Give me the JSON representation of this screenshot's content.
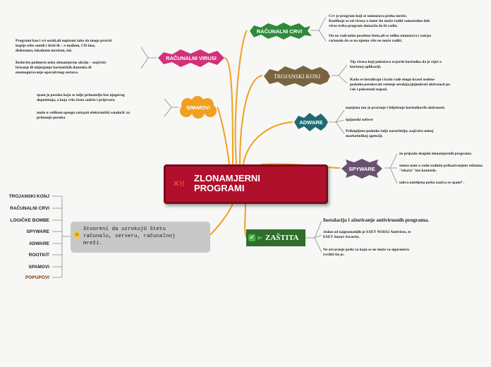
{
  "central": {
    "title": "ZLONAMJERNI\nPROGRAMI",
    "icon": "✕!!"
  },
  "nodes": {
    "racunalni_crvi": "RAČUNALNI CRVI",
    "trojanski_konj": "TROJANSKI KONJ",
    "adware": "ADWARE",
    "spyware": "SPYWARE",
    "zastita": "ZAŠTITA",
    "racunalni_virusi": "RAČUNALNI VIRUSI",
    "spamovi": "SPAMOVI"
  },
  "notes": {
    "crvi": "Crv je program koji se umnožava preko mreže.\n Razlikuje se od virusa u tome što može raditi samostalno dok\nvirus treba program domaćin da bi radio.\n\nOn ne radi neku posebnu štetu,ali se toliko umnožava i zatrpa\nračunalo da se na njemu više ne može raditi.",
    "trojanski_1": "Tip virusa koji pokušava uvjeriti korisnika da je riječ o\nkorisnoj aplikaciji.",
    "trojanski_2": "Kada se instaliraju i kada rade mogu krasti osobne\npodatke,uzrokovati rušenje uređaja,špijunirati aktivnosti pa\nčak i pokrenuti napad.",
    "adware_1": "namjena mu je praćenje i bilježenje korisnikovih aktivnosti.",
    "adware_2": "špijunski softver",
    "adware_3": "Prikupljene podatke šalje naručitelju, najčešće nekoj\nmarketinškoj agenciji.",
    "spyware_1": "ne pripada skupini zlonamjernih programa",
    "spyware_2": "smeta nam u radu stalnim prikazivanjem reklama\n\"iskaču\" bez kontrole.",
    "spyware_3": "takva neželjena pošta naziva se spam* .",
    "zastita_1": "Instalacija i ažuriranje antivirusnih programa.",
    "zastita_2": "Jedan od najpoznatijih je ESET NOD32 Antivirus, te\nESET Smart Security.",
    "zastita_3": "Ne otvaranje pošte za koju se ne može sa sigurnošću\ntvrditi što je.",
    "virusi_1": "Programi kao i svi ostali,ali napisani tako da mogu praviti\nkopije sebe samih i širiti ih – e-mailom, CD-ima,\ndisketama, lokalnom mrežom, itd.",
    "virusi_2": "Redovito podmeću neko zlonamjerno akciju – najčešće\nbrisanje ili mijenjanje korisničkih datoteka ili\nonemogućavanje operativnog sustava.",
    "spam_1": "spam je poruka koja se šalje primatelju bez njegovog\ndopuštenja, a koja vrlo često sadrže i prijevaru.",
    "spam_2": "može u velikom opsegu zatrpati elektronički sandučić za\nprimanje poruka"
  },
  "summary": {
    "text": "Stvoreni da uzrokujU štetu\nračunalu, serveru, računalnoj\nmreži.",
    "items": [
      "TROJANSKI KONJ",
      "RAČUNALNI CRVI",
      "LOGIČKE BOMBE",
      "SPYWARE",
      "ADWARE",
      "ROOTKIT",
      "SPAMOVI",
      "POPUPOVI"
    ]
  },
  "colors": {
    "central": "#b0102b",
    "crvi": "#2e8b3a",
    "trojanski": "#7a6440",
    "adware": "#1d6a72",
    "spyware": "#6a5070",
    "zastita": "#2f6e2a",
    "virusi": "#d4307a",
    "spamovi": "#f0a020",
    "branch": "#f0a020"
  }
}
